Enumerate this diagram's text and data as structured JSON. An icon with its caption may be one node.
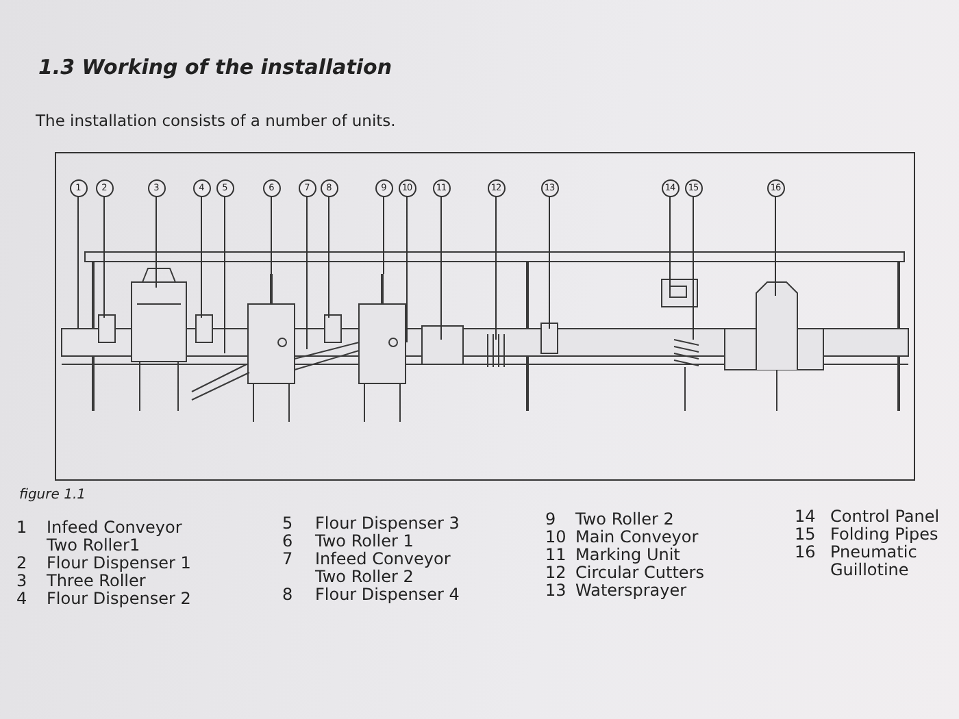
{
  "diagram": {
    "title": "1.3 Working of the installation",
    "nodes": [
      {
        "text": [
          "1"
        ]
      },
      {
        "text": [
          "2"
        ]
      },
      {
        "text": [
          "3"
        ]
      },
      {
        "text": [
          "4"
        ]
      },
      {
        "text": [
          "5"
        ]
      },
      {
        "text": [
          "6"
        ]
      },
      {
        "text": [
          "7"
        ]
      },
      {
        "text": [
          "8"
        ]
      },
      {
        "text": [
          "9"
        ]
      },
      {
        "text": [
          "10"
        ]
      },
      {
        "text": [
          "11"
        ]
      },
      {
        "text": [
          "12"
        ]
      },
      {
        "text": [
          "13"
        ]
      },
      {
        "text": [
          "14"
        ]
      },
      {
        "text": [
          "15"
        ]
      },
      {
        "text": [
          "16"
        ]
      }
    ],
    "edges": [
      {
        "from": 0,
        "to": null,
        "arrow": "none"
      },
      {
        "from": 1,
        "to": null,
        "arrow": "none"
      },
      {
        "from": 2,
        "to": null,
        "arrow": "none"
      },
      {
        "from": 3,
        "to": null,
        "arrow": "none"
      },
      {
        "from": 4,
        "to": null,
        "arrow": "none"
      },
      {
        "from": 5,
        "to": null,
        "arrow": "none"
      },
      {
        "from": 6,
        "to": null,
        "arrow": "none"
      },
      {
        "from": 7,
        "to": null,
        "arrow": "none"
      },
      {
        "from": 8,
        "to": null,
        "arrow": "none"
      },
      {
        "from": 9,
        "to": null,
        "arrow": "none"
      },
      {
        "from": 10,
        "to": null,
        "arrow": "none"
      },
      {
        "from": 11,
        "to": null,
        "arrow": "none"
      },
      {
        "from": 12,
        "to": null,
        "arrow": "none"
      },
      {
        "from": 13,
        "to": null,
        "arrow": "none"
      },
      {
        "from": 14,
        "to": null,
        "arrow": "none"
      },
      {
        "from": 15,
        "to": null,
        "arrow": "none"
      }
    ],
    "labels": [
      "The installation consists of a number of units.",
      "figure 1.1",
      "1",
      "Infeed Conveyor Two Roller1",
      "2",
      "Flour Dispenser 1",
      "3",
      "Three Roller",
      "4",
      "Flour Dispenser 2",
      "5",
      "Flour Dispenser 3",
      "6",
      "Two Roller 1",
      "7",
      "Infeed Conveyor Two Roller 2",
      "8",
      "Flour Dispenser 4",
      "9",
      "Two Roller 2",
      "10",
      "Main Conveyor",
      "11",
      "Marking Unit",
      "12",
      "Circular Cutters",
      "13",
      "Watersprayer",
      "14",
      "Control Panel",
      "15",
      "Folding Pipes",
      "16",
      "Pneumatic Guillotine"
    ]
  }
}
